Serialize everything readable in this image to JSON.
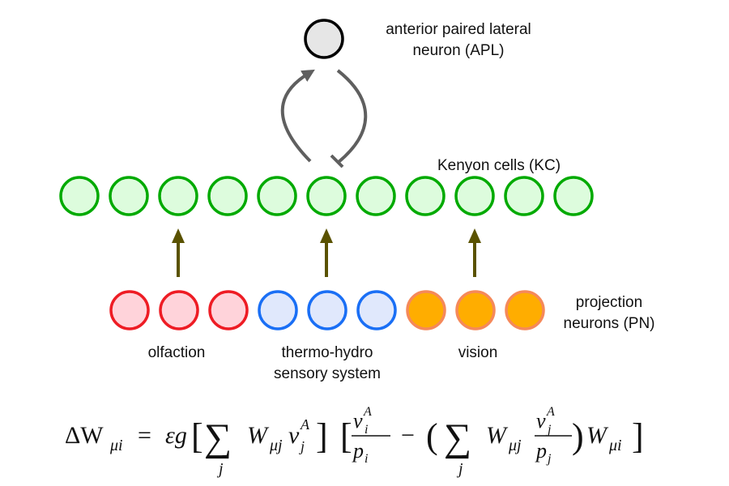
{
  "diagram": {
    "apl": {
      "label_line1": "anterior paired lateral",
      "label_line2": "neuron (APL)",
      "fill": "#e6e6e6",
      "stroke": "#000000"
    },
    "kenyon_cells": {
      "label": "Kenyon cells (KC)",
      "count": 11,
      "fill": "#ddfcdd",
      "stroke": "#00aa00"
    },
    "projection_neurons": {
      "label_line1": "projection",
      "label_line2": "neurons (PN)",
      "groups": [
        {
          "name": "olfaction",
          "label_lines": [
            "olfaction"
          ],
          "count": 3,
          "fill": "#ffd3da",
          "stroke": "#ee1c24"
        },
        {
          "name": "thermo-hydro",
          "label_lines": [
            "thermo-hydro",
            "sensory system"
          ],
          "count": 3,
          "fill": "#e0e8fc",
          "stroke": "#1a6ff5"
        },
        {
          "name": "vision",
          "label_lines": [
            "vision"
          ],
          "count": 3,
          "fill": "#ffad00",
          "stroke": "#f5895a"
        }
      ]
    },
    "pn_to_kc_arrows": {
      "color": "#5a5200",
      "kc_targets": [
        3,
        6,
        9
      ],
      "pn_sources": [
        2,
        5,
        8
      ]
    },
    "feedback": {
      "color": "#5f5f5f",
      "excitatory": "KC → APL",
      "inhibitory": "APL ⊣ KC"
    },
    "equation": {
      "text": "ΔW_{μi} = εg [ Σ_j W_{μj} v_j^A ] [ v_i^A / p_i − ( Σ_j W_{μj} v_j^A / p_j ) W_{μi} ]",
      "lhs": "ΔW",
      "lhs_sub": "μi",
      "eq": "=",
      "eps_g": "εg",
      "sigma": "∑",
      "sum_index": "j",
      "W": "W",
      "sub_muj": "μj",
      "sub_mui": "μi",
      "v": "v",
      "sup_A": "A",
      "sub_i": "i",
      "sub_j": "j",
      "p": "p",
      "minus": "−",
      "lbr": "[",
      "rbr": "]",
      "lpar": "(",
      "rpar": ")"
    }
  }
}
